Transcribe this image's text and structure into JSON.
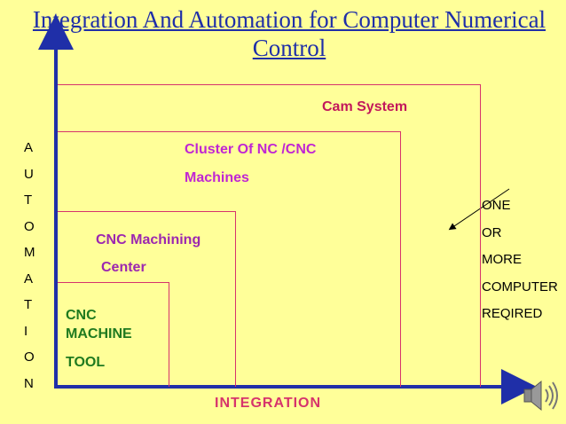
{
  "title": "Integration And Automation for Computer Numerical Control",
  "y_axis_label": [
    "A",
    "U",
    "T",
    "O",
    "M",
    "A",
    "T",
    "I",
    "O",
    "N"
  ],
  "x_axis_label": "INTEGRATION",
  "levels": {
    "cam_system": "Cam System",
    "cluster_line1": "Cluster Of NC /CNC",
    "cluster_line2": "Machines",
    "center_line1": "CNC  Machining",
    "center_line2": "Center",
    "tool_line1": "CNC",
    "tool_line2": "MACHINE",
    "tool_line3": "TOOL"
  },
  "side_note": [
    "ONE",
    "OR",
    "MORE",
    "COMPUTER",
    "REQIRED"
  ],
  "colors": {
    "title": "#1f2fa8",
    "axis": "#1f2fa8",
    "box_border": "#d6336c",
    "cam": "#c2185b",
    "cluster": "#c026d3",
    "center": "#9c27b0",
    "tool": "#1f7a1f",
    "integration": "#d6336c",
    "background": "#ffff99"
  },
  "icons": {
    "speaker": "speaker-icon"
  }
}
